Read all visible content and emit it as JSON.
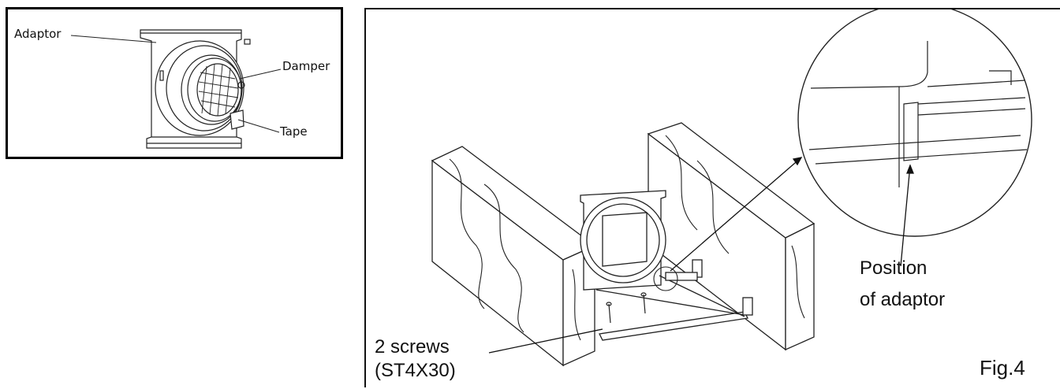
{
  "inset": {
    "labels": {
      "adaptor": "Adaptor",
      "damper": "Damper",
      "tape": "Tape"
    }
  },
  "main": {
    "screws_line1": "2 screws",
    "screws_line2": "(ST4X30)",
    "position_line1": "Position",
    "position_line2": "of adaptor",
    "figure": "Fig.4"
  },
  "colors": {
    "ink": "#111111",
    "border": "#000000",
    "background": "#ffffff"
  }
}
